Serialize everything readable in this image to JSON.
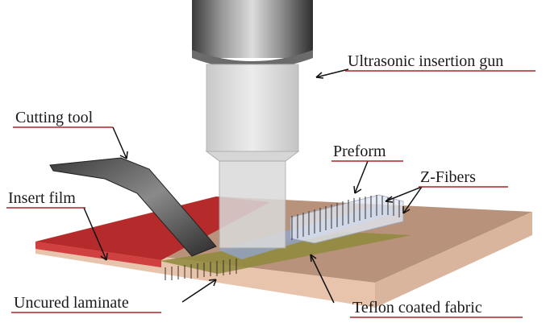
{
  "labels": {
    "gun": "Ultrasonic insertion gun",
    "cutting_tool": "Cutting tool",
    "preform": "Preform",
    "z_fibers": "Z-Fibers",
    "insert_film": "Insert film",
    "uncured_laminate": "Uncured laminate",
    "teflon": "Teflon coated fabric"
  },
  "colors": {
    "label_line": "#b0242a",
    "laminate_top": "#b99479",
    "insert_film": "#b52a2a",
    "fabric_band": "#8f8a3c",
    "preform_blue": "#8fa6d6"
  }
}
